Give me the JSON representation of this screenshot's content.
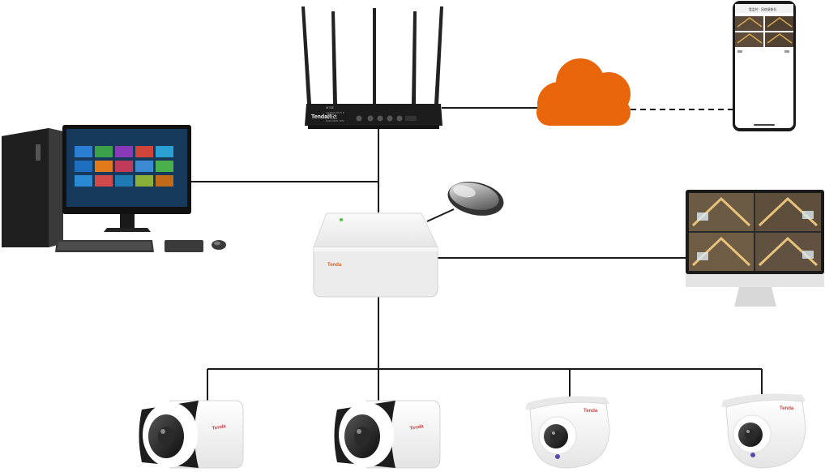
{
  "brand": {
    "name": "Tenda",
    "router_cn_suffix": "腾达"
  },
  "router": {
    "model": "W30E",
    "spec_line_1": "AX3000 Wi-Fi 6",
    "spec_line_2": "Multi-WAN VPN"
  },
  "phone": {
    "header_text": "看监控 · 网络摄像机"
  },
  "colors": {
    "cloud": "#e8650a",
    "line": "#1a1a1a",
    "device_white": "#f4f4f4",
    "device_dark": "#222222"
  },
  "icons": {
    "router": "wifi-router-icon",
    "cloud": "cloud-icon",
    "phone": "smartphone-icon",
    "pc": "desktop-computer-icon",
    "mouse": "usb-mouse-icon",
    "nvr": "network-video-recorder-icon",
    "monitor": "monitor-icon",
    "bullet": "bullet-camera-icon",
    "dome": "dome-camera-icon"
  }
}
